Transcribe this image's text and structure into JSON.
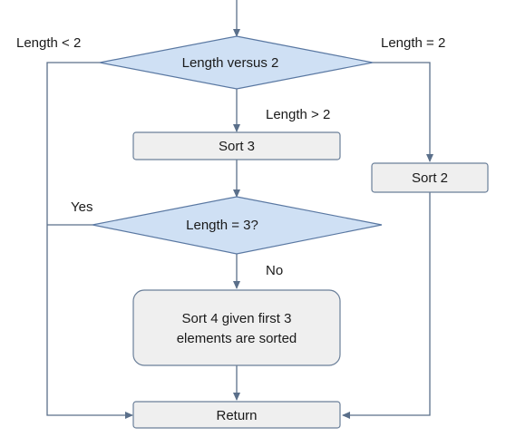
{
  "nodes": {
    "length_vs_2": "Length versus 2",
    "sort3": "Sort 3",
    "sort2": "Sort 2",
    "length_eq_3": "Length = 3?",
    "sort4_line1": "Sort 4 given first 3",
    "sort4_line2": "elements are sorted",
    "return": "Return"
  },
  "edges": {
    "length_lt_2": "Length < 2",
    "length_eq_2": "Length = 2",
    "length_gt_2": "Length > 2",
    "yes": "Yes",
    "no": "No"
  },
  "colors": {
    "diamond_fill": "#cfe0f4",
    "box_fill": "#efefef",
    "line": "#5a6f8a"
  }
}
